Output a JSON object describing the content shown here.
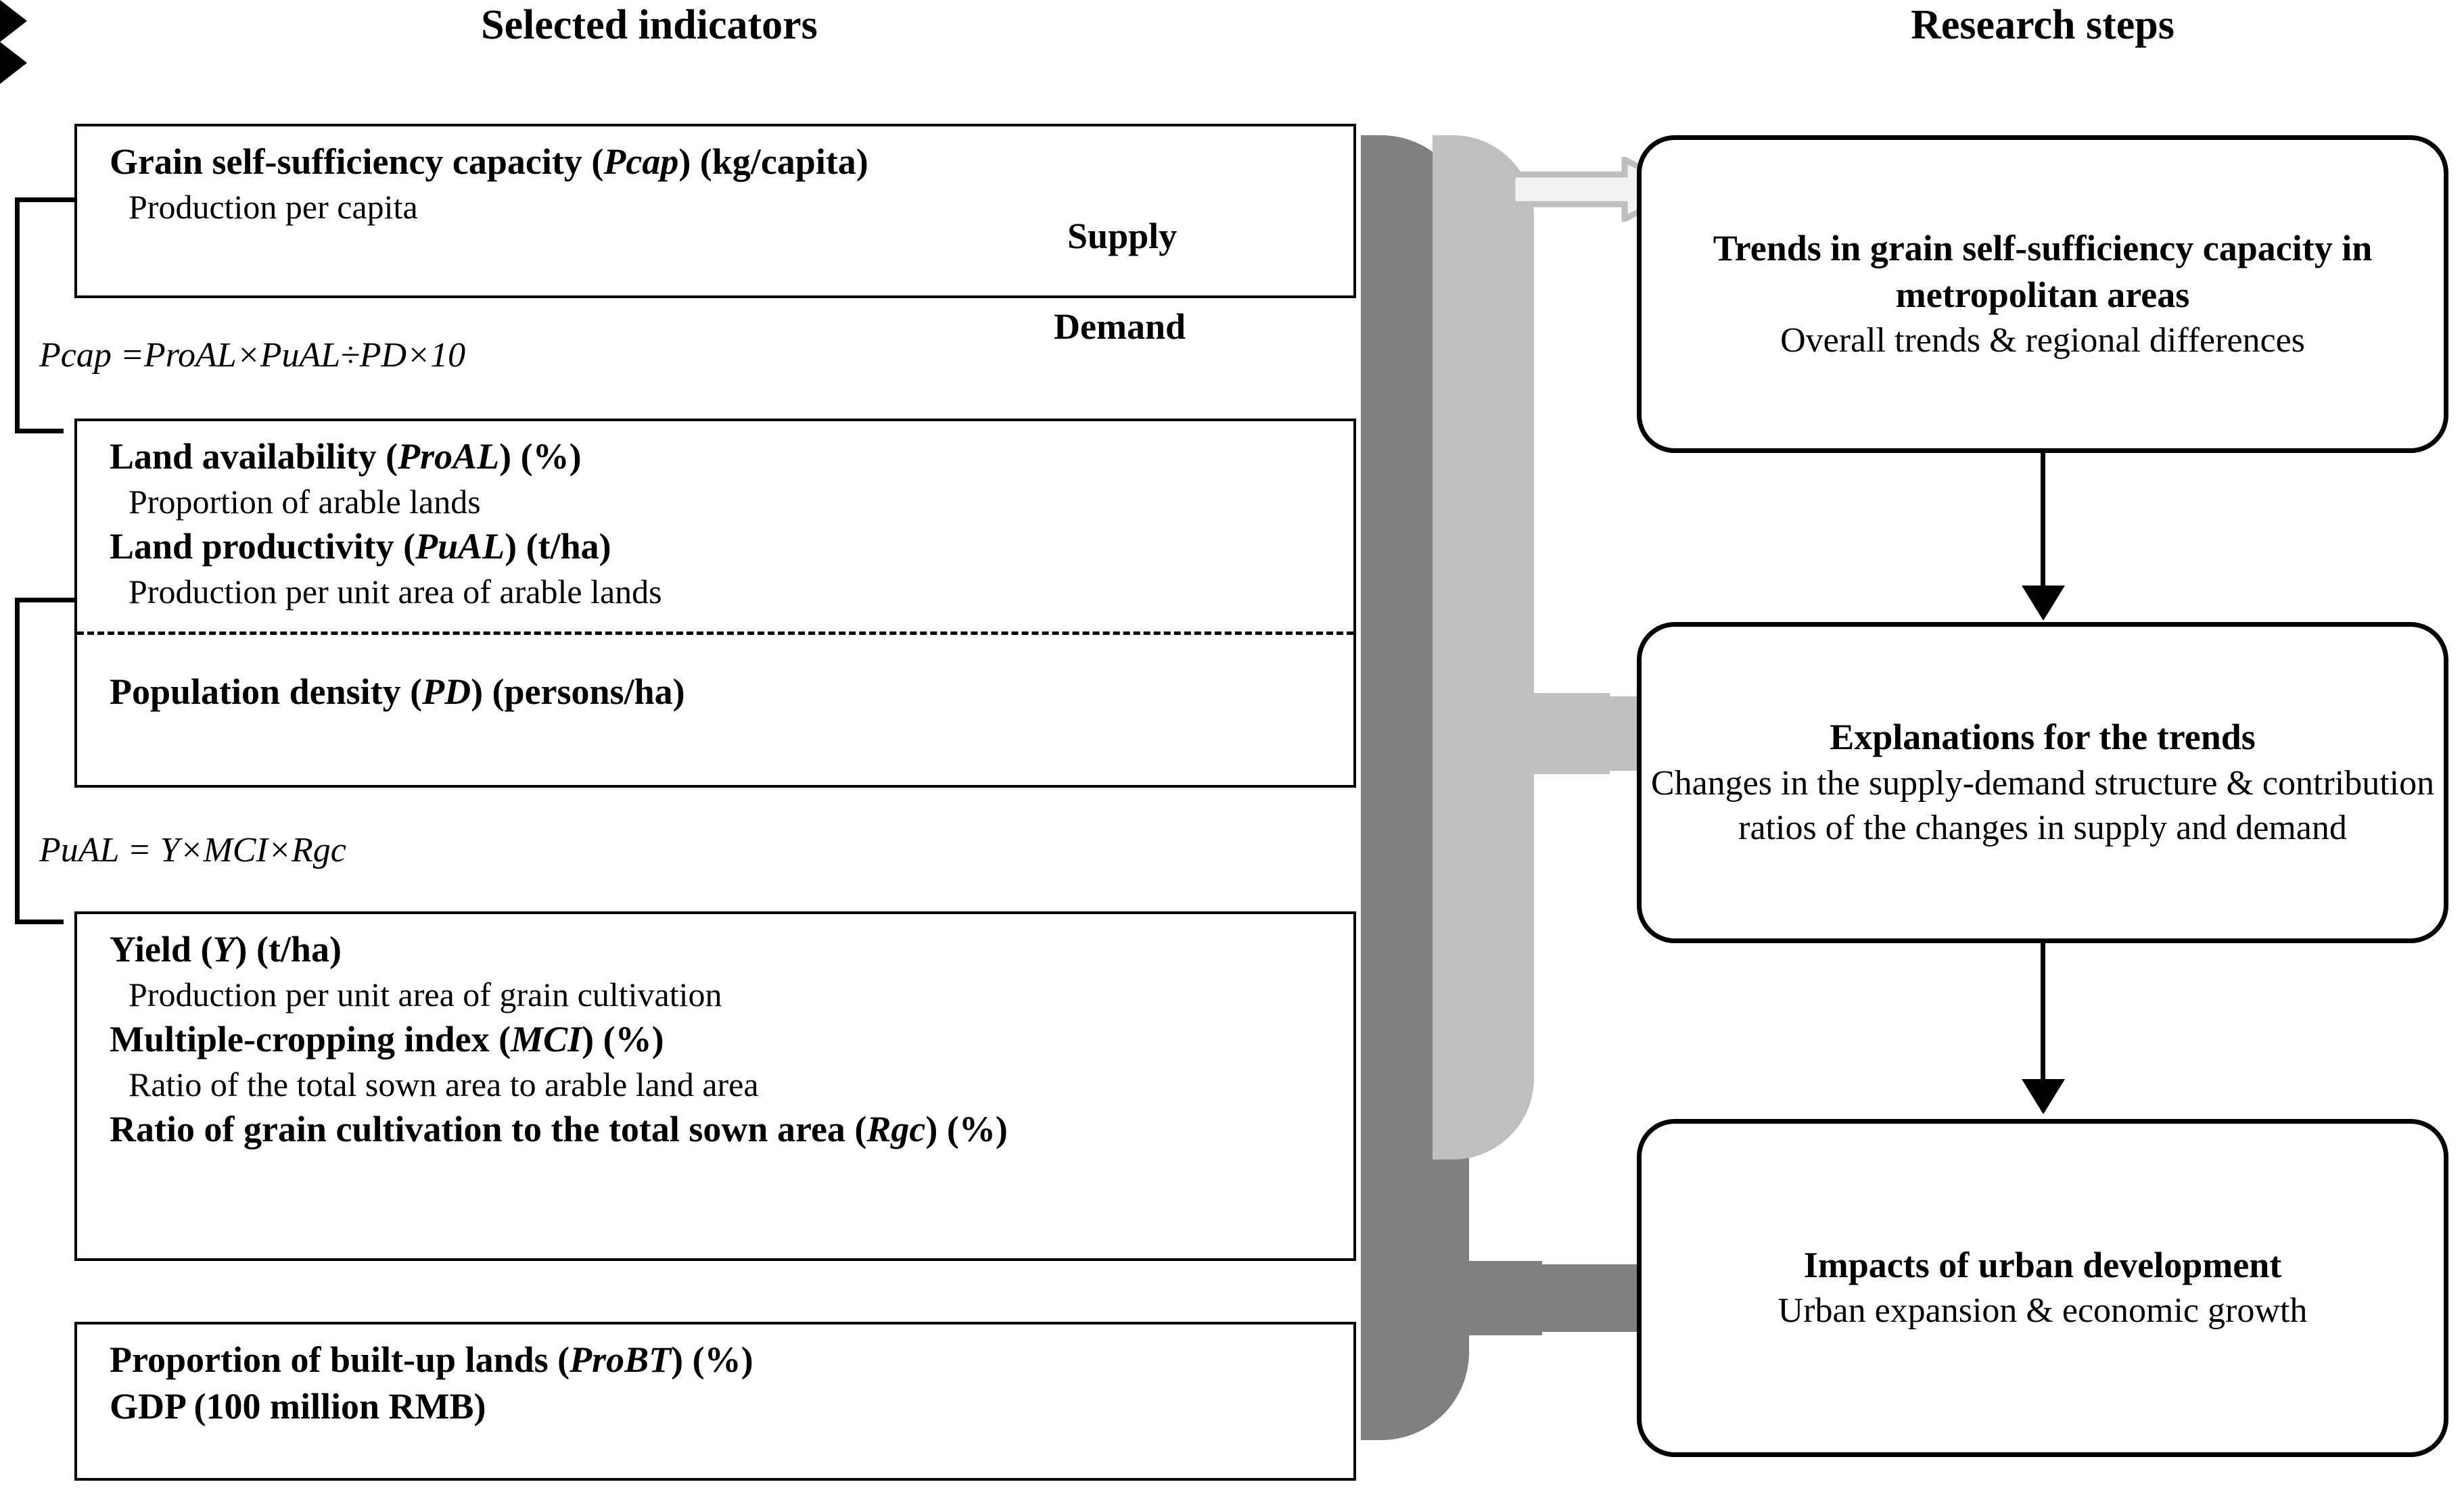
{
  "columns": {
    "left_title": "Selected indicators",
    "right_title": "Research steps"
  },
  "indicators": {
    "pcap_box": {
      "title_main": "Grain self-sufficiency capacity (",
      "title_var": "Pcap",
      "title_tail": ") (kg/capita)",
      "desc": "Production per capita"
    },
    "formula_pcap": "Pcap =ProAL×PuAL÷PD×10",
    "supply_box": {
      "side_label_supply": "Supply",
      "side_label_demand": "Demand",
      "rows": [
        {
          "title_main": "Land availability (",
          "title_var": "ProAL",
          "title_tail": ") (%)",
          "desc": "Proportion of arable lands"
        },
        {
          "title_main": "Land productivity (",
          "title_var": "PuAL",
          "title_tail": ") (t/ha)",
          "desc": "Production per unit area of arable lands"
        },
        {
          "title_main": "Population density (",
          "title_var": "PD",
          "title_tail": ") (persons/ha)",
          "desc": ""
        }
      ]
    },
    "formula_pual": "PuAL = Y×MCI×Rgc",
    "pual_box": {
      "rows": [
        {
          "title_main": "Yield (",
          "title_var": "Y",
          "title_tail": ") (t/ha)",
          "desc": "Production per unit area of grain cultivation"
        },
        {
          "title_main": "Multiple-cropping index (",
          "title_var": "MCI",
          "title_tail": ") (%)",
          "desc": "Ratio of the total sown area to arable land area"
        },
        {
          "title_main": "Ratio of grain cultivation to the total sown area (",
          "title_var": "Rgc",
          "title_tail": ") (%)",
          "desc": ""
        }
      ]
    },
    "extra_box": {
      "rows": [
        {
          "title_main": "Proportion of built-up lands (",
          "title_var": "ProBT",
          "title_tail": ") (%)"
        },
        {
          "title_main": "GDP (100 million RMB)",
          "title_var": "",
          "title_tail": ""
        }
      ]
    }
  },
  "research_steps": [
    {
      "title": "Trends in grain self-sufficiency capacity in metropolitan areas",
      "subtitle": "Overall trends & regional differences"
    },
    {
      "title": "Explanations for the trends",
      "subtitle": "Changes in the supply-demand structure & contribution ratios of the changes in supply and demand"
    },
    {
      "title": "Impacts of urban development",
      "subtitle": "Urban expansion & economic growth"
    }
  ],
  "colors": {
    "ribbon_dark": "#808080",
    "ribbon_light": "#bfbfbf",
    "arrow_outline_stroke": "#bfbfbf",
    "arrow_outline_fill": "#f2f2f2",
    "line": "#000000"
  },
  "icons": {
    "arrow_to_step1": "hollow-right-arrow-icon",
    "arrow_to_step2": "filled-right-arrow-icon",
    "arrow_to_step3": "filled-right-arrow-icon",
    "step_connector": "down-arrow-icon",
    "feedback_connector": "elbow-arrow-icon"
  }
}
